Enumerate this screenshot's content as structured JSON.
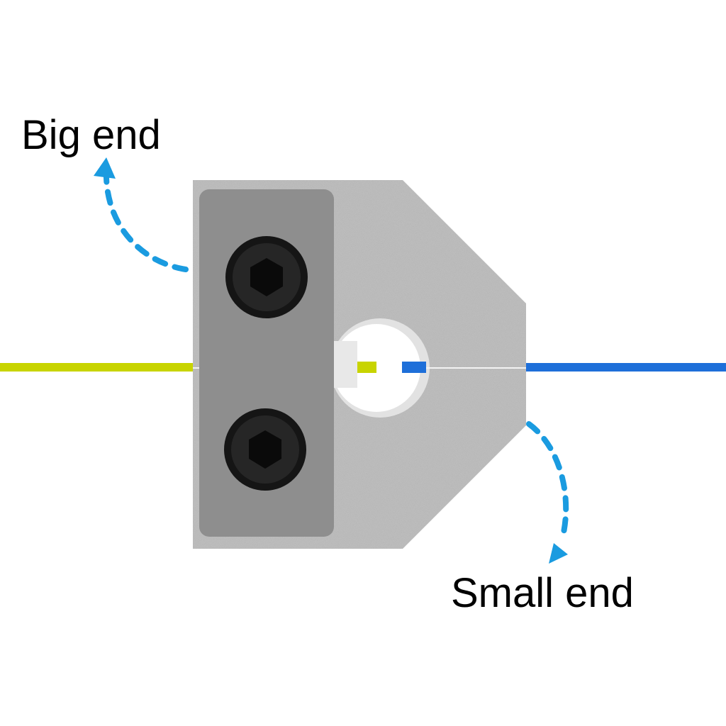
{
  "labels": {
    "big_end": "Big end",
    "small_end": "Small end"
  },
  "colors": {
    "arrow": "#1a9be0",
    "filament_left": "#c8d400",
    "filament_right": "#1e6fd9",
    "block": "#c4c4c4",
    "plate": "#8e8e8e",
    "screw": "#1a1a1a",
    "background": "#ffffff"
  },
  "parts": {
    "block": "aluminum connector block",
    "plate": "clamp plate",
    "screws": 2,
    "filaments": [
      "yellow filament (big end)",
      "blue filament (small end)"
    ]
  }
}
